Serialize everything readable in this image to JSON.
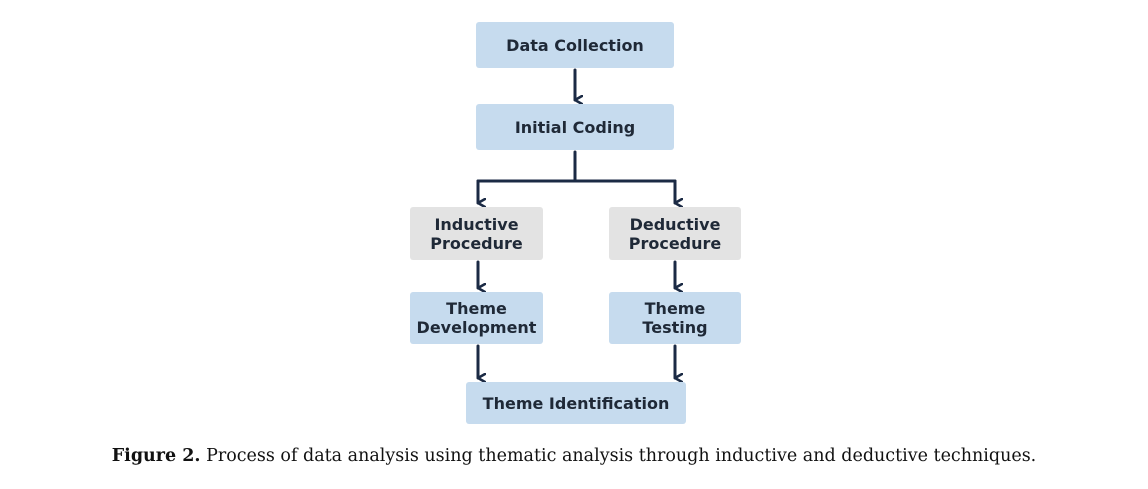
{
  "nodes": {
    "data_collection": "Data Collection",
    "initial_coding": "Initial Coding",
    "inductive_procedure": "Inductive\nProcedure",
    "deductive_procedure": "Deductive\nProcedure",
    "theme_development": "Theme\nDevelopment",
    "theme_testing": "Theme\nTesting",
    "theme_identification": "Theme Identification"
  },
  "colors": {
    "process_box": "#c6dbee",
    "procedure_box": "#e3e3e3",
    "connector": "#1b2a44"
  },
  "caption": {
    "label": "Figure 2.",
    "text": " Process of data analysis using thematic analysis through inductive and deductive techniques."
  }
}
